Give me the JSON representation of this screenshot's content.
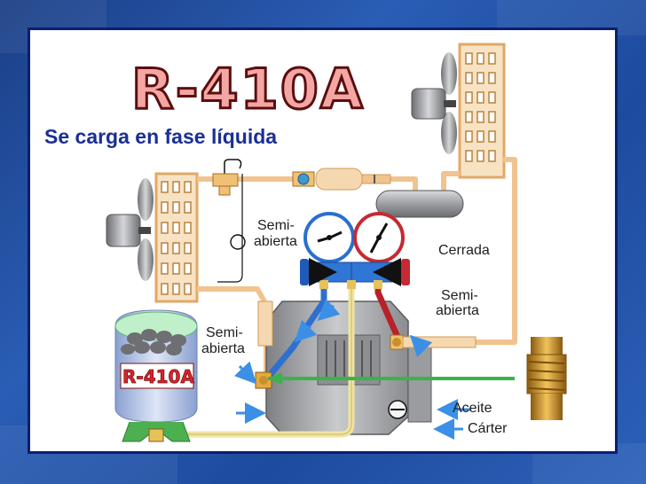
{
  "colors": {
    "title_fill": "#f3a6a3",
    "title_outline": "#5b0e0e",
    "subtitle": "#1a2f96",
    "slide_border": "#0b1f6e",
    "pipe_tan": "#f1c38e",
    "hose_blue": "#2f6fd0",
    "hose_red": "#b8202a",
    "hose_yellow": "#f0e4a0",
    "arrow_blue": "#3b8fe6",
    "arrow_green": "#39b34a",
    "brass": "#c8902a"
  },
  "title": "R-410A",
  "subtitle": "Se carga en fase líquida",
  "cylinder_label": "R-410A",
  "labels": {
    "semi1": "Semi-",
    "abierta1": "abierta",
    "cerrada": "Cerrada",
    "semi2": "Semi-",
    "abierta2": "abierta",
    "semi3": "Semi-",
    "abierta3": "abierta",
    "aceite": "Aceite",
    "carter": "Cárter"
  },
  "icons": [
    "fan-icon",
    "condenser-coil-icon",
    "evaporator-coil-icon",
    "pressure-gauge-icon",
    "manifold-icon",
    "refrigerant-cylinder-icon",
    "compressor-icon",
    "service-valve-icon",
    "brass-fitting-icon",
    "receiver-icon",
    "sight-glass-icon"
  ]
}
